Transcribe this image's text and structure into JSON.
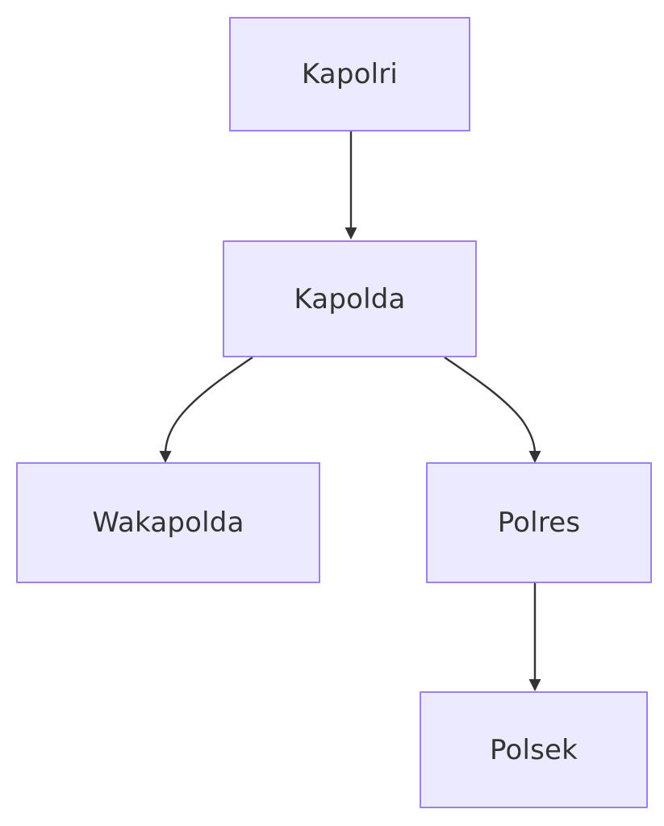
{
  "diagram": {
    "type": "flowchart",
    "direction": "top-down",
    "title": "",
    "background_color": "#ffffff",
    "node_fill_color": "#ECEAFE",
    "node_border_color": "#A07FE8",
    "node_text_color": "#333333",
    "edge_color": "#333333",
    "nodes": [
      {
        "id": "kapolri",
        "label": "Kapolri"
      },
      {
        "id": "kapolda",
        "label": "Kapolda"
      },
      {
        "id": "wakapolda",
        "label": "Wakapolda"
      },
      {
        "id": "polres",
        "label": "Polres"
      },
      {
        "id": "polsek",
        "label": "Polsek"
      }
    ],
    "edges": [
      {
        "from": "kapolri",
        "to": "kapolda",
        "label": "",
        "style": "straight-arrow"
      },
      {
        "from": "kapolda",
        "to": "wakapolda",
        "label": "",
        "style": "curved-arrow"
      },
      {
        "from": "kapolda",
        "to": "polres",
        "label": "",
        "style": "curved-arrow"
      },
      {
        "from": "polres",
        "to": "polsek",
        "label": "",
        "style": "straight-arrow"
      }
    ]
  }
}
